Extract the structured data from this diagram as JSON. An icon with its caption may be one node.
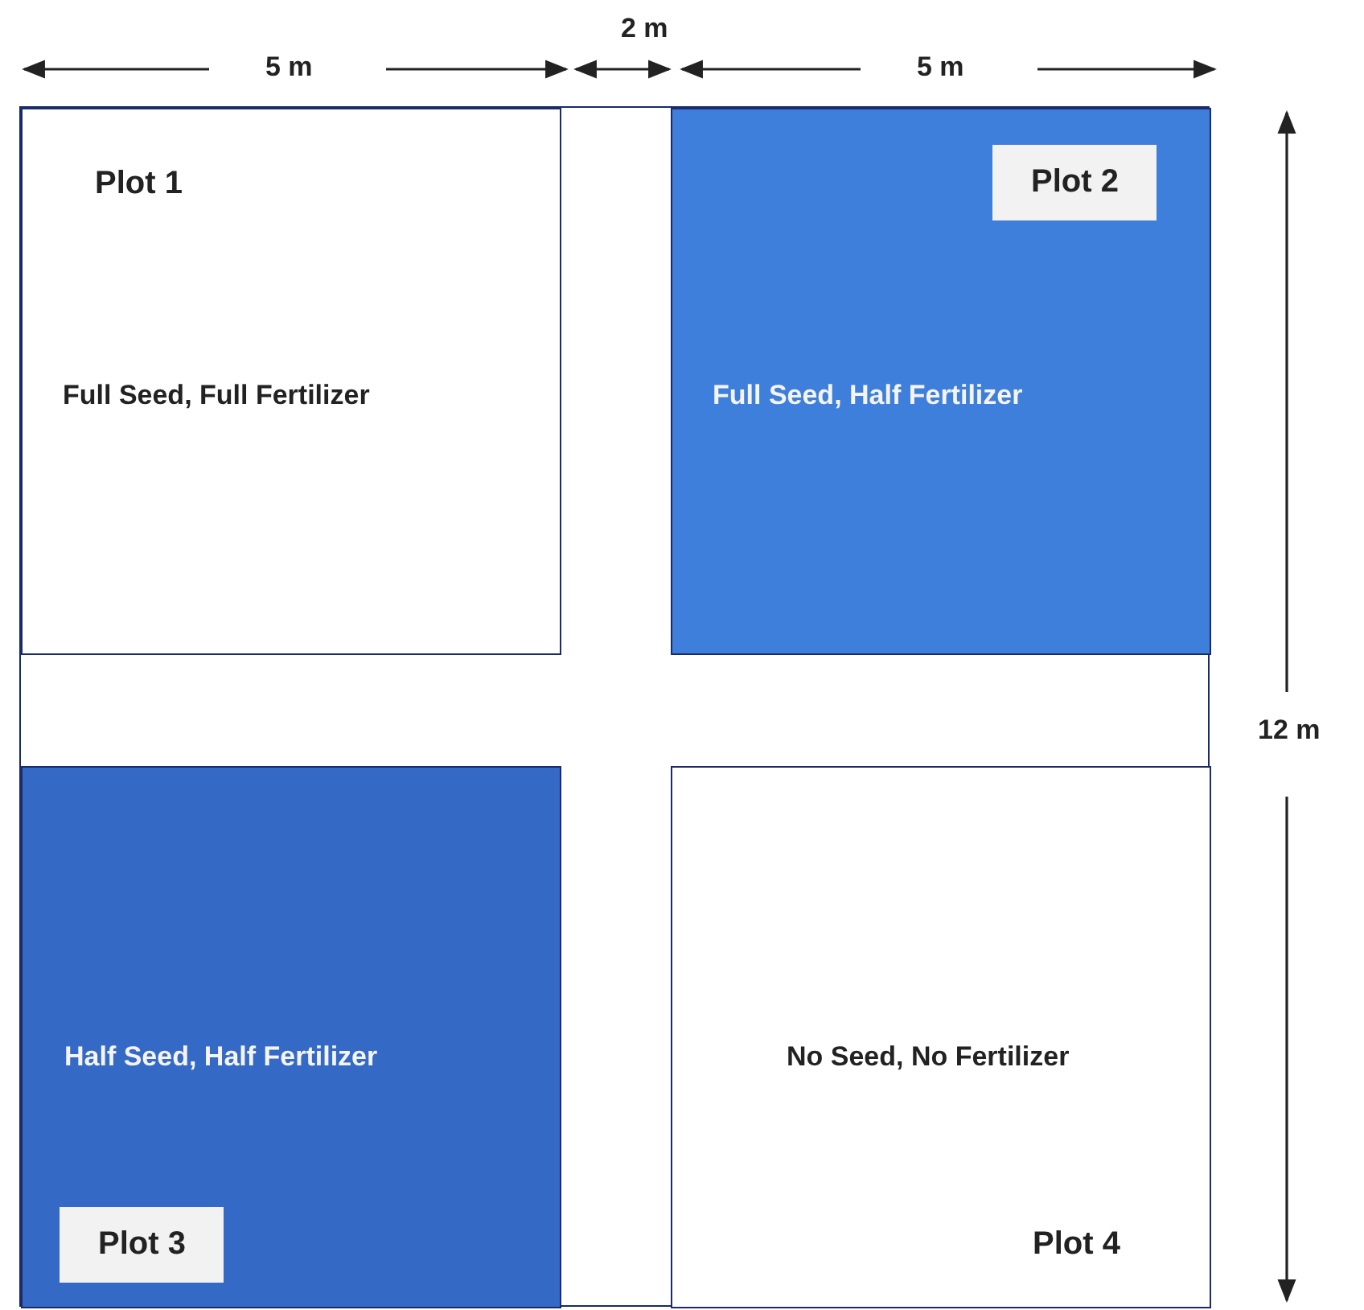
{
  "diagram": {
    "nodes": [
      {
        "text": [],
        "shape": "box"
      },
      {
        "text": [
          "Plot 1",
          "Full Seed, Full Fertilizer"
        ],
        "in": 0
      },
      {
        "text": [
          "Plot 2",
          "Full Seed, Half Fertilizer"
        ],
        "in": 0
      },
      {
        "text": [
          "Half Seed, Half Fertilizer",
          "Plot 3"
        ],
        "in": 0
      },
      {
        "text": [
          "No Seed, No Fertilizer",
          "Plot 4"
        ],
        "in": 0
      }
    ],
    "edges": [],
    "labels": [
      "2 m",
      "5 m",
      "5 m",
      "12 m"
    ]
  }
}
